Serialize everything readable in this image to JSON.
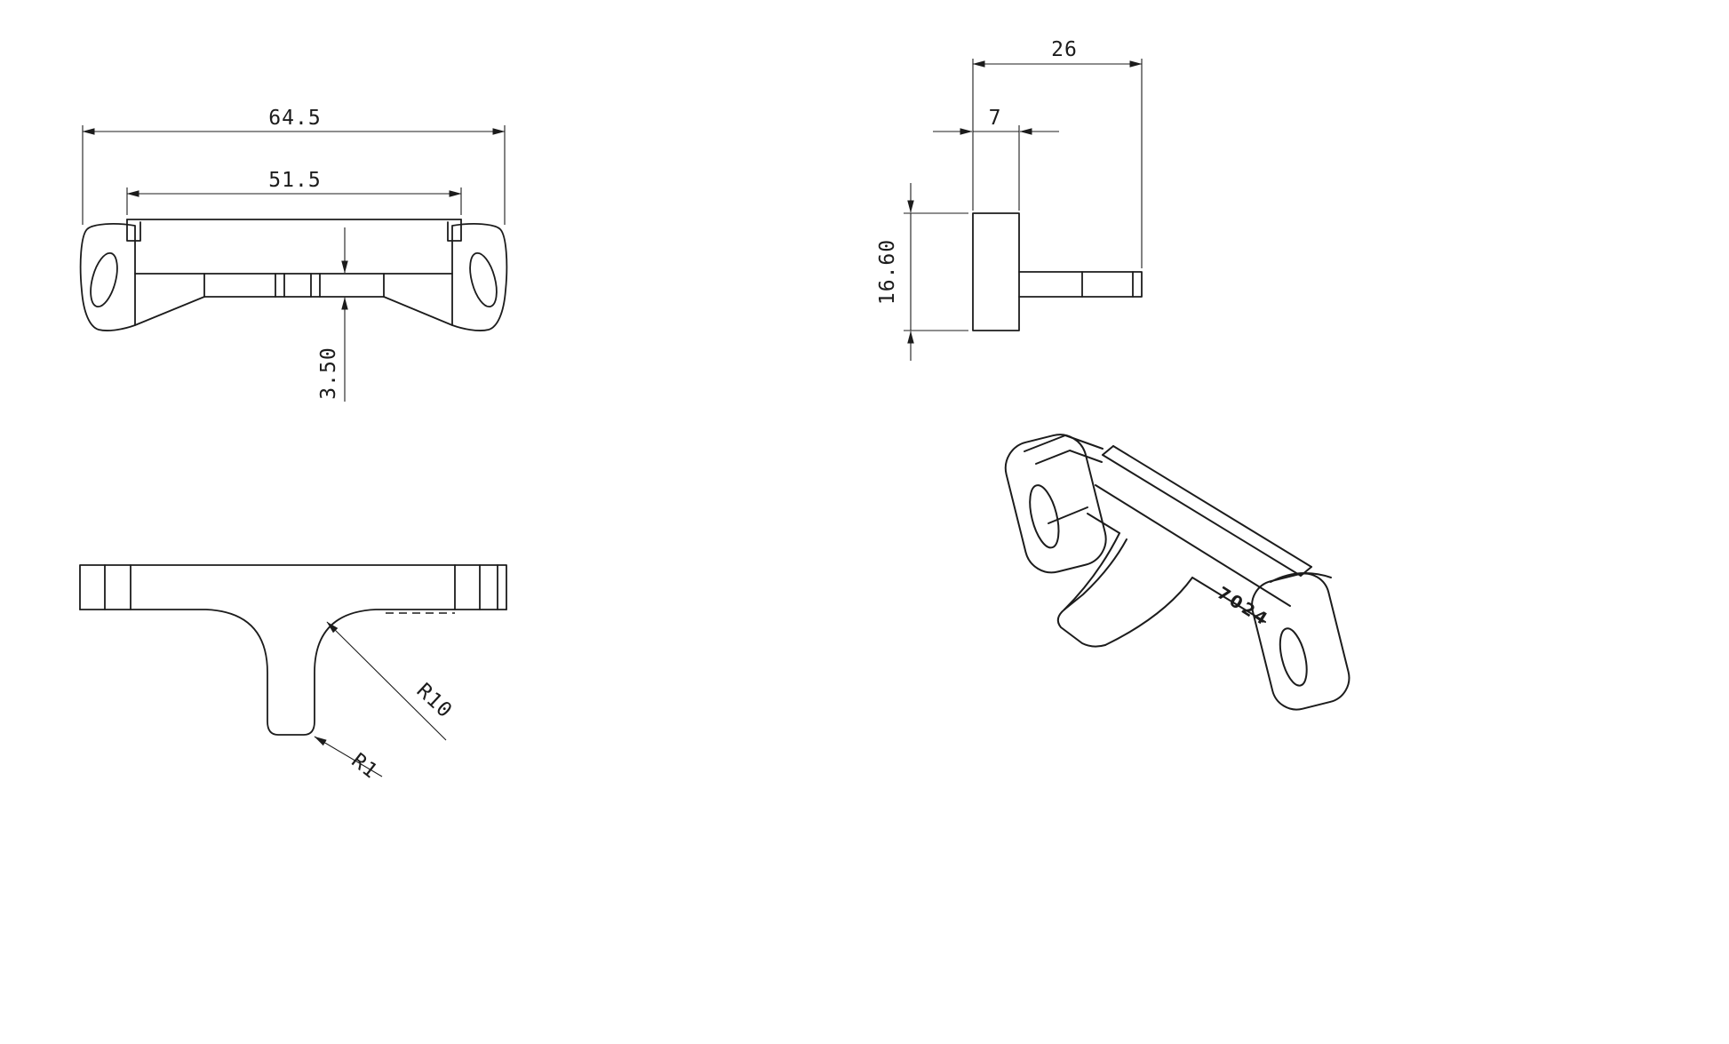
{
  "drawing": {
    "background": "#ffffff",
    "line_color": "#1c1c1c",
    "front_view": {
      "dim_overall_width": "64.5",
      "dim_channel_width": "51.5",
      "dim_beam_thickness": "3.50"
    },
    "side_view": {
      "dim_overall_depth": "26",
      "dim_wall_width": "7",
      "dim_height": "16.60"
    },
    "plan_view": {
      "fillet_radius": "R10",
      "corner_radius": "R1"
    },
    "iso_view": {
      "part_number": "7024"
    }
  }
}
